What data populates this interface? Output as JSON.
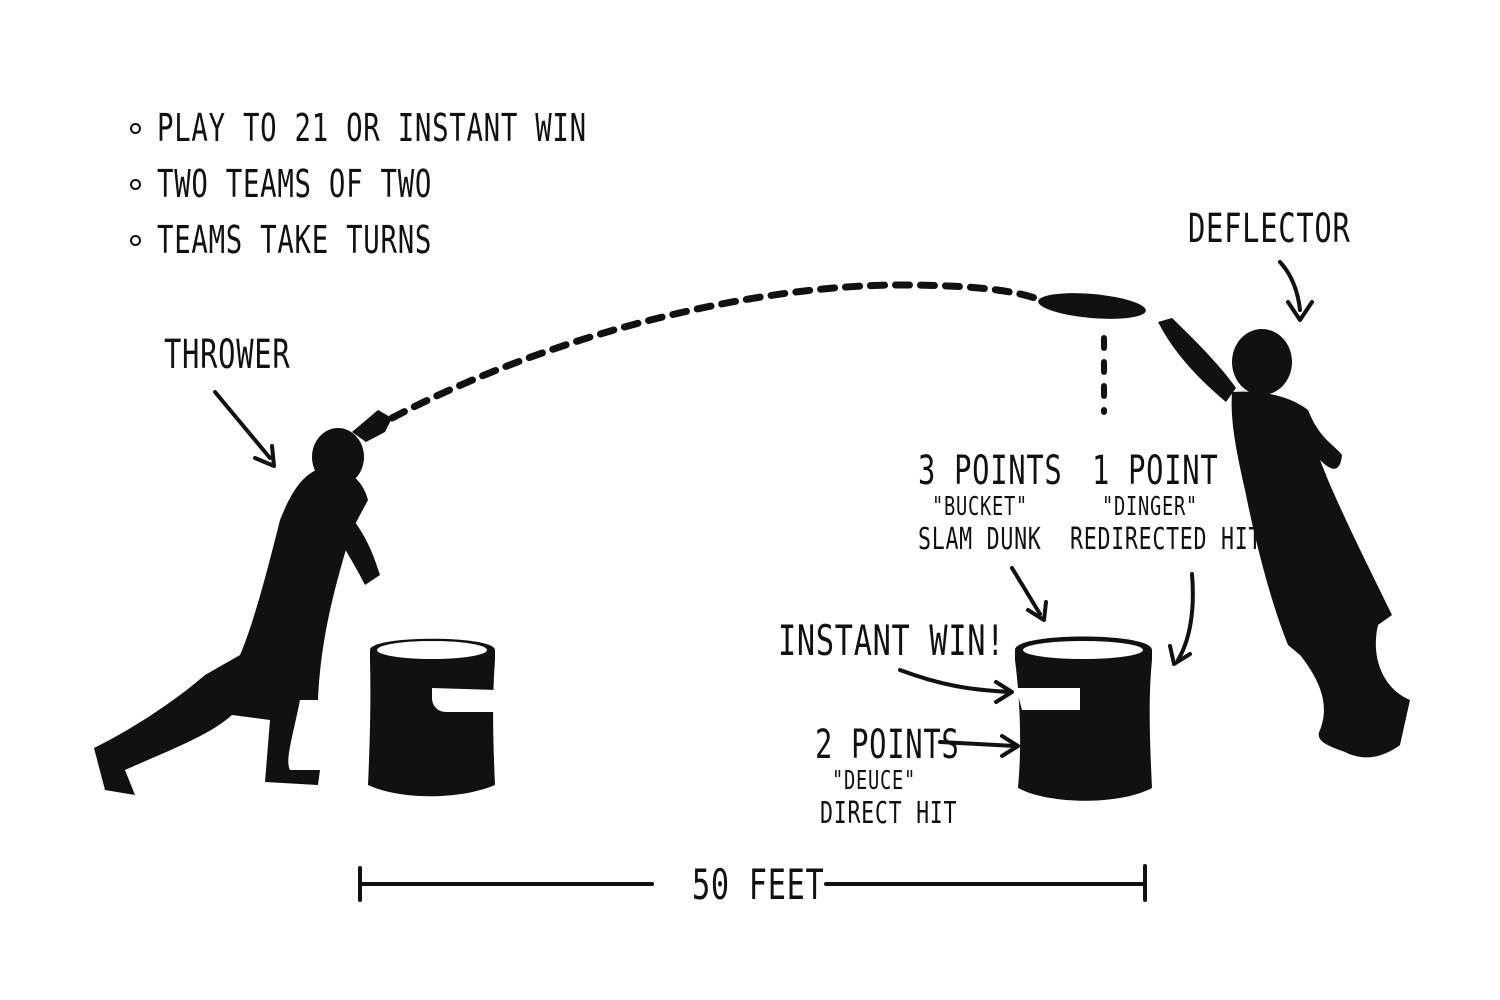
{
  "rules": [
    "PLAY TO 21 OR INSTANT WIN",
    "TWO TEAMS OF TWO",
    "TEAMS TAKE TURNS"
  ],
  "labels": {
    "thrower": "THROWER",
    "deflector": "DEFLECTOR",
    "instant_win": "INSTANT WIN!"
  },
  "scoring": {
    "bucket": {
      "points": "3 POINTS",
      "name": "\"BUCKET\"",
      "desc": "SLAM DUNK"
    },
    "dinger": {
      "points": "1 POINT",
      "name": "\"DINGER\"",
      "desc": "REDIRECTED HIT"
    },
    "deuce": {
      "points": "2 POINTS",
      "name": "\"DEUCE\"",
      "desc": "DIRECT HIT"
    }
  },
  "distance": "50 FEET"
}
